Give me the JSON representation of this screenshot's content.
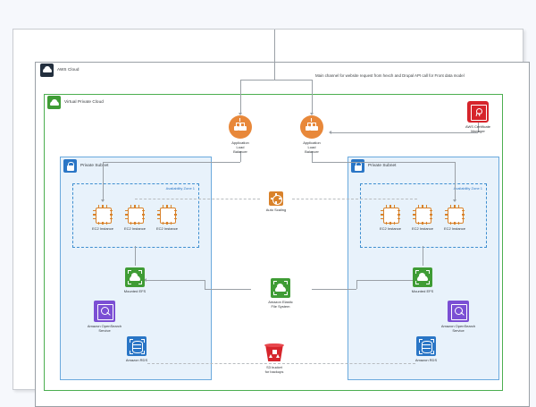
{
  "diagram": {
    "title": "AWS Cloud",
    "annotation": "Main channel for website request from hexch  and Drupal API call for Front data model",
    "groups": {
      "aws_cloud": {
        "label": "AWS Cloud",
        "icon": "aws-cloud-icon",
        "color": "#232f3e"
      },
      "vpc": {
        "label": "Virtual Private Cloud",
        "icon": "vpc-icon",
        "color": "#3f9c35"
      },
      "subnet_left": {
        "label": "Private Subnet",
        "icon": "private-subnet-icon",
        "color": "#2a76c6"
      },
      "subnet_right": {
        "label": "Private Subnet",
        "icon": "private-subnet-icon",
        "color": "#2a76c6"
      },
      "az_left": {
        "label": "Availability Zone 1"
      },
      "az_right": {
        "label": "Availability Zone 1"
      }
    },
    "nodes": {
      "alb_left": {
        "label": "Application\nLoad\nBalancer",
        "icon": "application-load-balancer-icon",
        "color": "#e8883a"
      },
      "alb_right": {
        "label": "Application\nLoad\nBalancer",
        "icon": "application-load-balancer-icon",
        "color": "#e8883a"
      },
      "acm": {
        "label": "AWS Certificate\nManager",
        "icon": "certificate-manager-icon",
        "color": "#d6242b"
      },
      "autoscaling": {
        "label": "Auto Scaling",
        "icon": "auto-scaling-icon",
        "color": "#d9822b"
      },
      "efs_center": {
        "label": "Amazon Elastic\nFile System",
        "icon": "elastic-file-system-icon",
        "color": "#3f9c35"
      },
      "efs_left": {
        "label": "Mounted EFS",
        "icon": "mounted-efs-icon",
        "color": "#3f9c35"
      },
      "efs_right": {
        "label": "Mounted EFS",
        "icon": "mounted-efs-icon",
        "color": "#3f9c35"
      },
      "opensearch_left": {
        "label": "Amazon OpenSearch\nService",
        "icon": "opensearch-icon",
        "color": "#7b4fd4"
      },
      "opensearch_right": {
        "label": "Amazon OpenSearch\nService",
        "icon": "opensearch-icon",
        "color": "#7b4fd4"
      },
      "rds_left": {
        "label": "Amazon RDS",
        "icon": "rds-icon",
        "color": "#2a76c6"
      },
      "rds_right": {
        "label": "Amazon RDS",
        "icon": "rds-icon",
        "color": "#2a76c6"
      },
      "s3": {
        "label": "S3 bucket\nfor backups",
        "icon": "s3-bucket-icon",
        "color": "#d6242b"
      }
    },
    "ec2_left": [
      {
        "label": "EC2 Instance",
        "icon": "ec2-instance-icon"
      },
      {
        "label": "EC2 Instance",
        "icon": "ec2-instance-icon"
      },
      {
        "label": "EC2 Instance",
        "icon": "ec2-instance-icon"
      }
    ],
    "ec2_right": [
      {
        "label": "EC2 Instance",
        "icon": "ec2-instance-icon"
      },
      {
        "label": "EC2 Instance",
        "icon": "ec2-instance-icon"
      },
      {
        "label": "EC2 Instance",
        "icon": "ec2-instance-icon"
      }
    ]
  }
}
